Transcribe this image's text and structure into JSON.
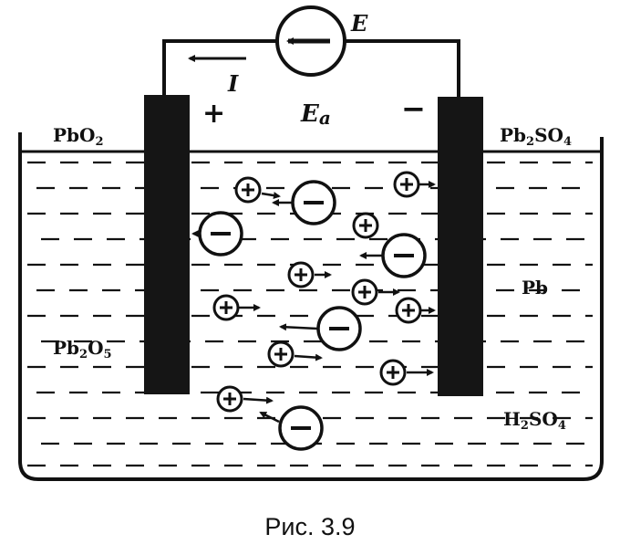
{
  "labels": {
    "emf_source": "E",
    "current": "I",
    "back_emf": "Ea",
    "plus_sign": "+",
    "minus_sign": "−",
    "left_electrode_top": "PbO2",
    "right_electrode_top": "Pb2SO4",
    "left_electrode_body": "Pb2O5",
    "right_electrode_body": "Pb",
    "electrolyte": "H2SO4"
  },
  "caption": "Рис.  3.9",
  "colors": {
    "ink": "#111111",
    "background": "#ffffff"
  },
  "icons": {
    "source": "circle-with-left-arrow-icon",
    "cation": "plus-ion-icon",
    "anion": "minus-ion-icon"
  }
}
